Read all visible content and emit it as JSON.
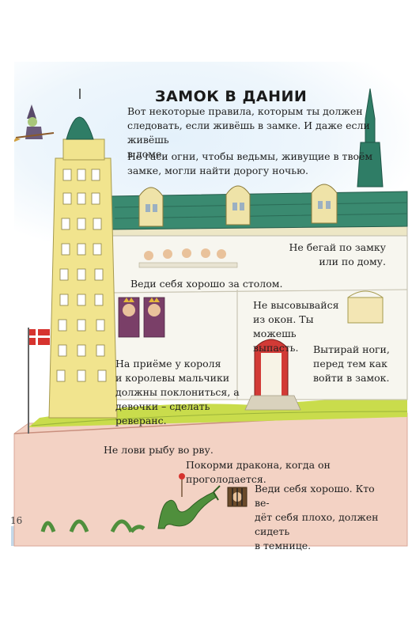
{
  "title": "ЗАМОК В ДАНИИ",
  "intro": [
    "Вот некоторые правила, которым ты должен\nследовать,  если живёшь в замке. И даже если живёшь\nв доме.",
    "Не гаси огни, чтобы ведьмы, живущие в твоём\nзамке, могли найти дорогу ночью."
  ],
  "rules": {
    "table": "Веди себя хорошо за столом.",
    "run": "Не бегай по замку\nили по дому.",
    "window": "Не высовывайся\nиз окон. Ты можешь\nвыпасть.",
    "bow": "На приёме у короля\nи королевы мальчики\nдолжны поклониться, а\nдевочки – сделать реверанс.",
    "feet": "Вытирай ноги,\nперед тем как\nвойти в замок.",
    "fish": "Не лови рыбу во рву.",
    "dragon": "Покорми дракона, когда он проголодается.",
    "dungeon": "Веди себя хорошо. Кто ве-\nдёт себя плохо, должен сидеть\nв темнице."
  },
  "page_number": "16",
  "colors": {
    "roof": "#2f7d66",
    "tower": "#f1e48e",
    "wall": "#f6f6f0",
    "lawn": "#c9dc4c",
    "moat_wall": "#f3cfc0",
    "water": "#8fb6d6",
    "dragon": "#4f8f3c",
    "flag": "#d6332e"
  },
  "icons": {
    "witch": "witch-icon",
    "flag": "danish-flag-icon",
    "dragon": "dragon-icon",
    "dungeon": "dungeon-window-icon",
    "serpent": "sea-serpent-icon"
  }
}
